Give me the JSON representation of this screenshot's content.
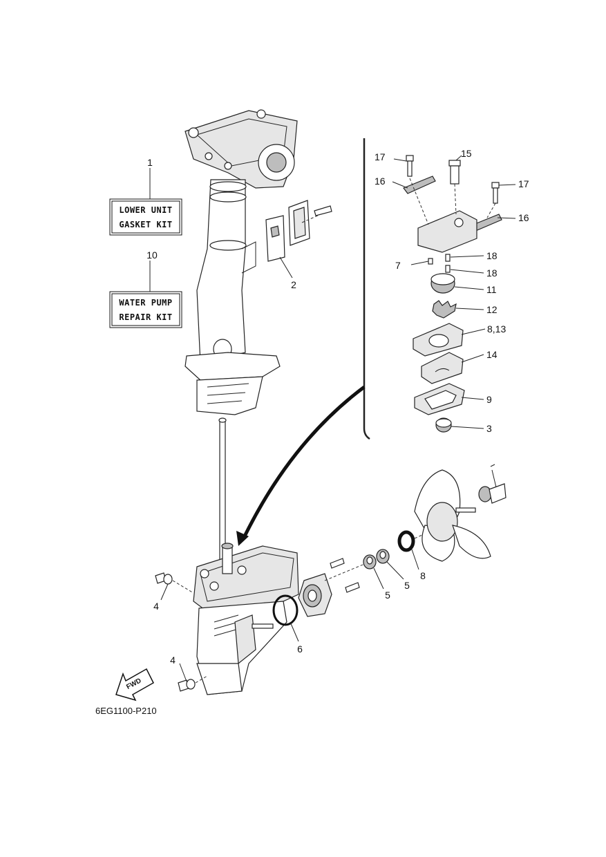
{
  "kits": {
    "lower_unit": {
      "number": "1",
      "line1": "LOWER UNIT",
      "line2": "GASKET KIT"
    },
    "water_pump": {
      "number": "10",
      "line1": "WATER PUMP",
      "line2": "REPAIR KIT"
    }
  },
  "callouts": {
    "c2": "2",
    "c3": "3",
    "c4a": "4",
    "c4b": "4",
    "c5a": "5",
    "c5b": "5",
    "c6": "6",
    "c7": "7",
    "c8a": "8",
    "c8_13": "8,13",
    "c9": "9",
    "c11": "11",
    "c12": "12",
    "c14": "14",
    "c15": "15",
    "c16a": "16",
    "c16b": "16",
    "c17a": "17",
    "c17b": "17",
    "c18a": "18",
    "c18b": "18"
  },
  "direction_label": "FWD",
  "diagram_code": "6EG1100-P210"
}
